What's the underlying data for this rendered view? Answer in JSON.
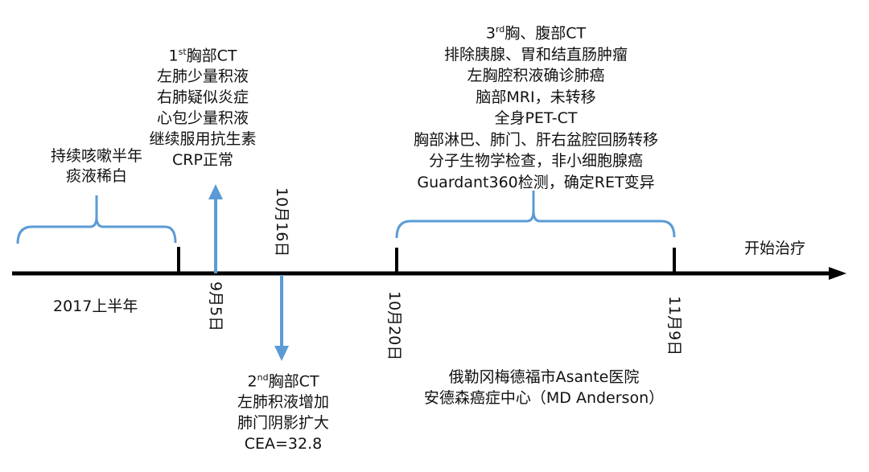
{
  "colors": {
    "axis": "#000000",
    "accent": "#5b9bd5"
  },
  "events": {
    "cough": {
      "lines": [
        "持续咳嗽半年",
        "痰液稀白"
      ],
      "period": "2017上半年"
    },
    "ct1": {
      "num": "1",
      "sup": "st",
      "title_rest": "胸部CT",
      "lines": [
        "左肺少量积液",
        "右肺疑似炎症",
        "心包少量积液",
        "继续服用抗生素",
        "CRP正常"
      ],
      "date": "9月5日"
    },
    "ct2": {
      "num": "2",
      "sup": "nd",
      "title_rest": "胸部CT",
      "lines": [
        "左肺积液增加",
        "肺门阴影扩大",
        "CEA=32.8"
      ],
      "date": "10月16日"
    },
    "ct3": {
      "num": "3",
      "sup": "rd",
      "title_rest": "胸、腹部CT",
      "lines": [
        "排除胰腺、胃和结直肠肿瘤",
        "左胸腔积液确诊肺癌",
        "脑部MRI，未转移",
        "全身PET-CT",
        "胸部淋巴、肺门、肝右盆腔回肠转移",
        "分子生物学检查，非小细胞腺癌",
        "Guardant360检测，确定RET变异"
      ],
      "date_start": "10月20日",
      "date_end": "11月9日"
    },
    "hospitals": {
      "lines": [
        "俄勒冈梅德福市Asante医院",
        "安德森癌症中心（MD Anderson）"
      ]
    },
    "treatment": {
      "label": "开始治疗"
    }
  }
}
